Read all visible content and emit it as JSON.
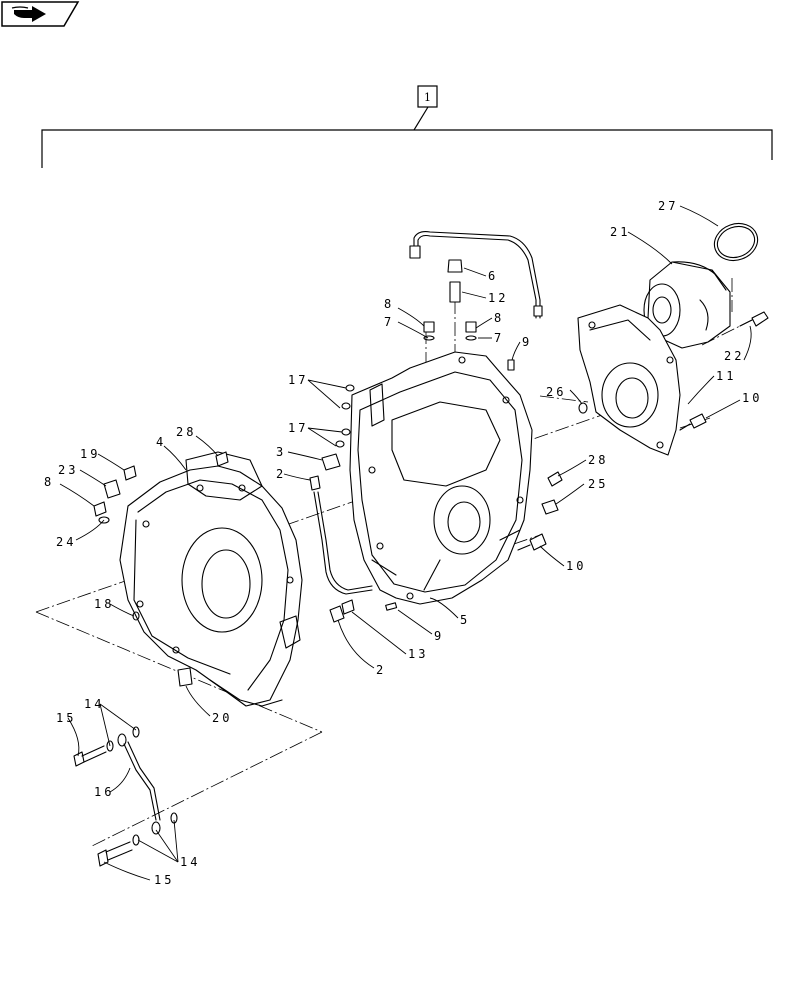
{
  "nav_icon": "book-arrow-icon",
  "assembly_ref": "1",
  "callouts": [
    {
      "id": "c27",
      "label": "27"
    },
    {
      "id": "c21",
      "label": "21"
    },
    {
      "id": "c6",
      "label": "6"
    },
    {
      "id": "c12",
      "label": "12"
    },
    {
      "id": "c8a",
      "label": "8"
    },
    {
      "id": "c7a",
      "label": "7"
    },
    {
      "id": "c8b",
      "label": "8"
    },
    {
      "id": "c7b",
      "label": "7"
    },
    {
      "id": "c9a",
      "label": "9"
    },
    {
      "id": "c22",
      "label": "22"
    },
    {
      "id": "c11",
      "label": "11"
    },
    {
      "id": "c26",
      "label": "26"
    },
    {
      "id": "c10a",
      "label": "10"
    },
    {
      "id": "c17a",
      "label": "17"
    },
    {
      "id": "c17b",
      "label": "17"
    },
    {
      "id": "c28a",
      "label": "28"
    },
    {
      "id": "c4",
      "label": "4"
    },
    {
      "id": "c3",
      "label": "3"
    },
    {
      "id": "c2a",
      "label": "2"
    },
    {
      "id": "c19",
      "label": "19"
    },
    {
      "id": "c23",
      "label": "23"
    },
    {
      "id": "c8c",
      "label": "8"
    },
    {
      "id": "c24",
      "label": "24"
    },
    {
      "id": "c28b",
      "label": "28"
    },
    {
      "id": "c25",
      "label": "25"
    },
    {
      "id": "c10b",
      "label": "10"
    },
    {
      "id": "c18",
      "label": "18"
    },
    {
      "id": "c9b",
      "label": "9"
    },
    {
      "id": "c5",
      "label": "5"
    },
    {
      "id": "c13",
      "label": "13"
    },
    {
      "id": "c2b",
      "label": "2"
    },
    {
      "id": "c20",
      "label": "20"
    },
    {
      "id": "c14a",
      "label": "14"
    },
    {
      "id": "c15a",
      "label": "15"
    },
    {
      "id": "c16",
      "label": "16"
    },
    {
      "id": "c14b",
      "label": "14"
    },
    {
      "id": "c15b",
      "label": "15"
    }
  ]
}
